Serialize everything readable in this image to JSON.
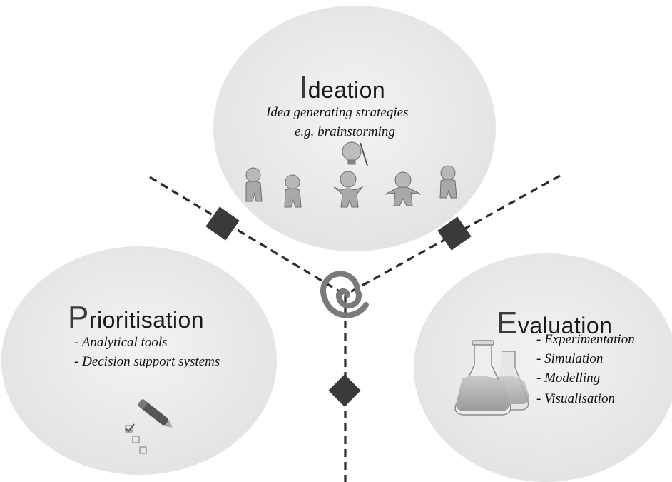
{
  "ideation": {
    "title_initial": "I",
    "title_rest": "deation",
    "line1": "Idea generating strategies",
    "line2": "e.g. brainstorming"
  },
  "prioritisation": {
    "title_initial": "P",
    "title_rest": "rioritisation",
    "items": [
      "- Analytical tools",
      "- Decision support systems"
    ]
  },
  "evaluation": {
    "title_initial": "E",
    "title_rest": "valuation",
    "items": [
      "- Experimentation",
      "- Simulation",
      "- Modelling",
      "- Visualisation"
    ]
  },
  "colors": {
    "circle_fill": "#ececec",
    "line": "#2a2a2a",
    "diamond": "#3a3a3a",
    "spiral": "#777777"
  },
  "icons": [
    "people-brainstorming-icon",
    "checklist-pen-icon",
    "flasks-icon",
    "spiral-icon"
  ]
}
